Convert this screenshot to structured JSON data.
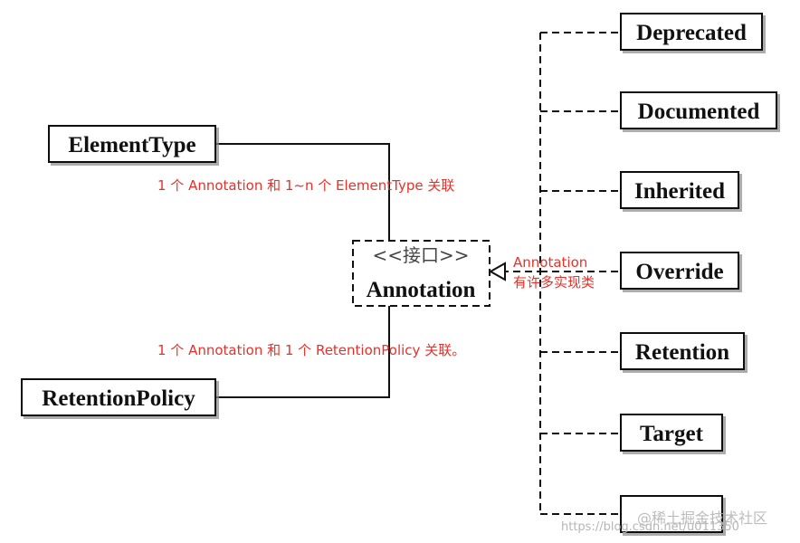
{
  "interface": {
    "stereotype": "<<接口>>",
    "name": "Annotation"
  },
  "associations": {
    "element_type": "ElementType",
    "retention_policy": "RetentionPolicy"
  },
  "notes": {
    "element_type_note": "1 个 Annotation 和 1~n 个 ElementType 关联",
    "retention_note": "1 个 Annotation 和 1 个 RetentionPolicy 关联。",
    "implementations_line1": "Annotation",
    "implementations_line2": "有许多实现类"
  },
  "implementations": [
    "Deprecated",
    "Documented",
    "Inherited",
    "Override",
    "Retention",
    "Target",
    ""
  ],
  "watermark": {
    "url": "https://blog.csdn.net/u011350",
    "brand": "@稀土掘金技术社区"
  },
  "colors": {
    "note": "#e8302a",
    "line": "#111111"
  }
}
